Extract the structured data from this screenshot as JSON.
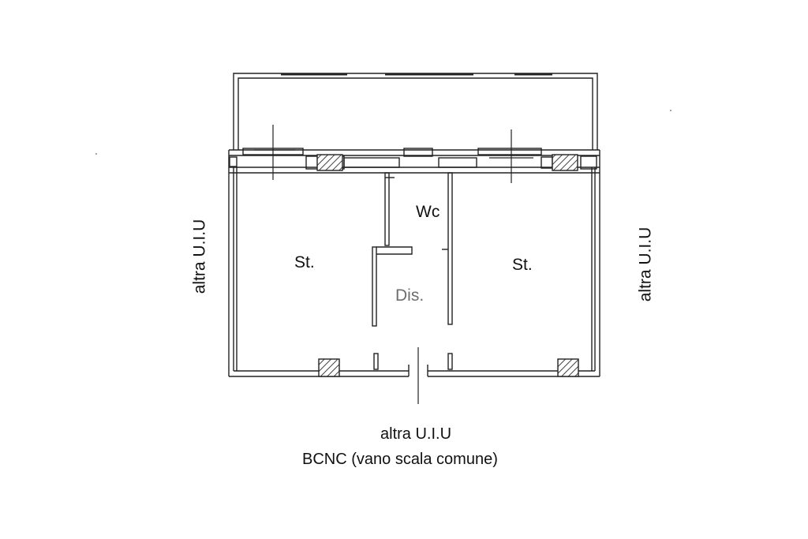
{
  "rooms": {
    "left_room": "St.",
    "right_room": "St.",
    "bathroom": "Wc",
    "hallway": "Dis."
  },
  "neighbors": {
    "left": "altra U.I.U",
    "right": "altra U.I.U",
    "bottom": "altra U.I.U",
    "bottom_detail": "BCNC (vano scala comune)"
  },
  "colors": {
    "line": "#222222",
    "hatch": "#555555",
    "muted_text": "#6e6e6e"
  }
}
